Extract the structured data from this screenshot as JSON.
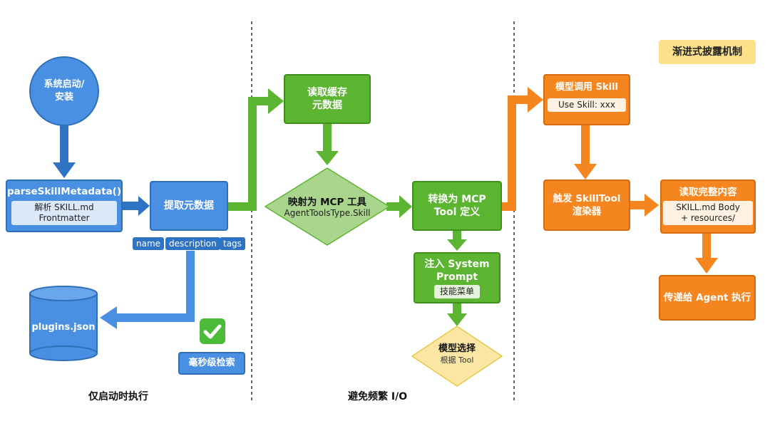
{
  "badge": "渐进式披露机制",
  "sections": {
    "startup": "仅启动时执行",
    "avoid_io": "避免频繁 I/O"
  },
  "blue": {
    "start": "系统启动/\n安装",
    "parse_title": "parseSkillMetadata()",
    "parse_sub": "解析 SKILL.md\nFrontmatter",
    "extract": "提取元数据",
    "tags": [
      "name",
      "description",
      "tags"
    ],
    "plugins": "plugins.json",
    "fast_search": "毫秒级检索",
    "check_icon": "check-mark-icon"
  },
  "green": {
    "read_cache": "读取缓存\n元数据",
    "map_title": "映射为 MCP 工具",
    "map_sub": "AgentToolsType.Skill",
    "convert": "转换为 MCP\nTool 定义",
    "inject_title": "注入 System\nPrompt",
    "inject_sub": "技能菜单",
    "choose_title": "模型选择",
    "choose_sub": "根据 Tool"
  },
  "orange": {
    "call_title": "模型调用 Skill",
    "call_sub": "Use Skill: xxx",
    "trigger": "触发 SkillTool\n渲染器",
    "read_full_title": "读取完整内容",
    "read_full_sub": "SKILL.md Body\n+ resources/",
    "pass": "传递给 Agent 执行"
  },
  "colors": {
    "blue": "#4a90e2",
    "green": "#5cb531",
    "orange": "#f5861f",
    "badge_bg": "#fce08a"
  }
}
